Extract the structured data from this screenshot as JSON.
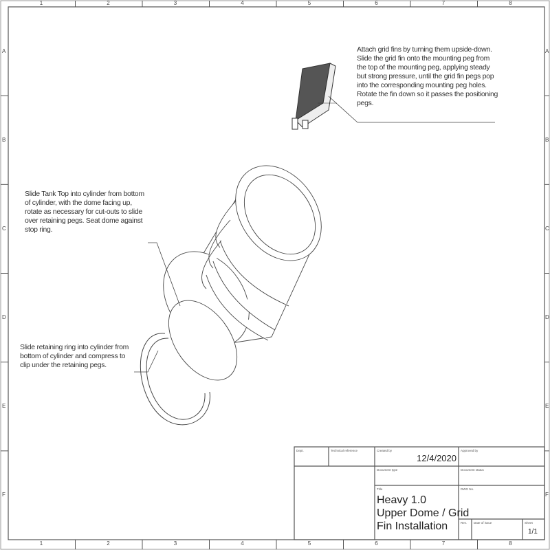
{
  "frame": {
    "columns": [
      "1",
      "2",
      "3",
      "4",
      "5",
      "6",
      "7",
      "8"
    ],
    "rows": [
      "A",
      "B",
      "C",
      "D",
      "E",
      "F"
    ]
  },
  "notes": {
    "grid_fin": [
      "Attach grid fins by turning them upside-down.",
      "Slide the grid fin onto the mounting peg from",
      "the top of the mounting peg, applying steady",
      "but strong pressure, until the grid fin pegs pop",
      "into the corresponding mounting peg holes.",
      "Rotate the fin down so it passes the positioning",
      "pegs."
    ],
    "tank_top": [
      "Slide Tank Top into cylinder from bottom",
      "of cylinder, with the dome facing up,",
      "rotate as necessary for cut-outs to slide",
      "over retaining pegs. Seat dome against",
      "stop ring."
    ],
    "retaining_ring": [
      "Slide retaining ring into cylinder from",
      "bottom of cylinder and compress to",
      "clip under the retaining pegs."
    ]
  },
  "title_block": {
    "dept_label": "Dept.",
    "tech_ref_label": "Technical reference",
    "created_by_label": "Created by",
    "created_date": "12/4/2020",
    "approved_by_label": "Approved by",
    "doc_type_label": "Document type",
    "doc_status_label": "Document status",
    "title_label": "Title",
    "title_lines": [
      "Heavy 1.0",
      "Upper Dome / Grid",
      "Fin Installation"
    ],
    "dwg_no_label": "DWG No.",
    "rev_label": "Rev.",
    "date_of_issue_label": "Date of issue",
    "sheet_label": "Sheet",
    "sheet_value": "1/1"
  }
}
